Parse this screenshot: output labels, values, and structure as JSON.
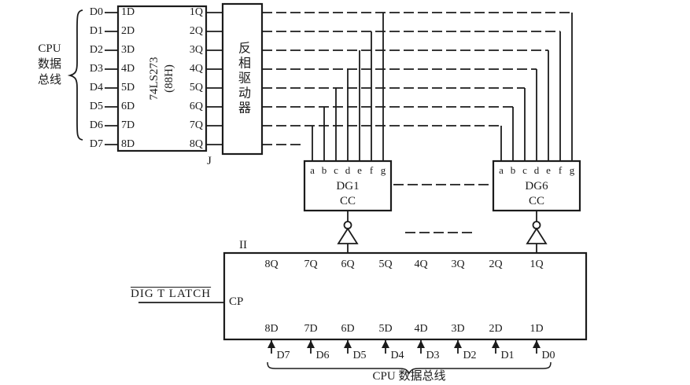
{
  "colors": {
    "ink": "#1b1b1b",
    "background": "#ffffff"
  },
  "cpu_bus_left": {
    "label_lines": [
      "CPU",
      "数据",
      "总线"
    ],
    "signals": [
      "D0",
      "D1",
      "D2",
      "D3",
      "D4",
      "D5",
      "D6",
      "D7"
    ]
  },
  "ic_74ls273": {
    "name_lines": [
      "74LS273",
      "(88H)"
    ],
    "inputs": [
      "1D",
      "2D",
      "3D",
      "4D",
      "5D",
      "6D",
      "7D",
      "8D"
    ],
    "outputs": [
      "1Q",
      "2Q",
      "3Q",
      "4Q",
      "5Q",
      "6Q",
      "7Q",
      "8Q"
    ]
  },
  "inverting_driver": {
    "label": "反相驱动器"
  },
  "markers": {
    "j": "J",
    "ii": "II"
  },
  "digit_dg1": {
    "segment_pins": [
      "a",
      "b",
      "c",
      "d",
      "e",
      "f",
      "g"
    ],
    "name": "DG1",
    "common": "CC"
  },
  "digit_dg6": {
    "segment_pins": [
      "a",
      "b",
      "c",
      "d",
      "e",
      "f",
      "g"
    ],
    "name": "DG6",
    "common": "CC"
  },
  "digit_latch": {
    "enable_label": "DIG T LATCH",
    "clock_pin": "CP",
    "outputs": [
      "8Q",
      "7Q",
      "6Q",
      "5Q",
      "4Q",
      "3Q",
      "2Q",
      "1Q"
    ],
    "inputs": [
      "8D",
      "7D",
      "6D",
      "5D",
      "4D",
      "3D",
      "2D",
      "1D"
    ]
  },
  "cpu_bus_bottom": {
    "signals": [
      "D7",
      "D6",
      "D5",
      "D4",
      "D3",
      "D2",
      "D1",
      "D0"
    ],
    "label": "CPU 数据总线"
  }
}
